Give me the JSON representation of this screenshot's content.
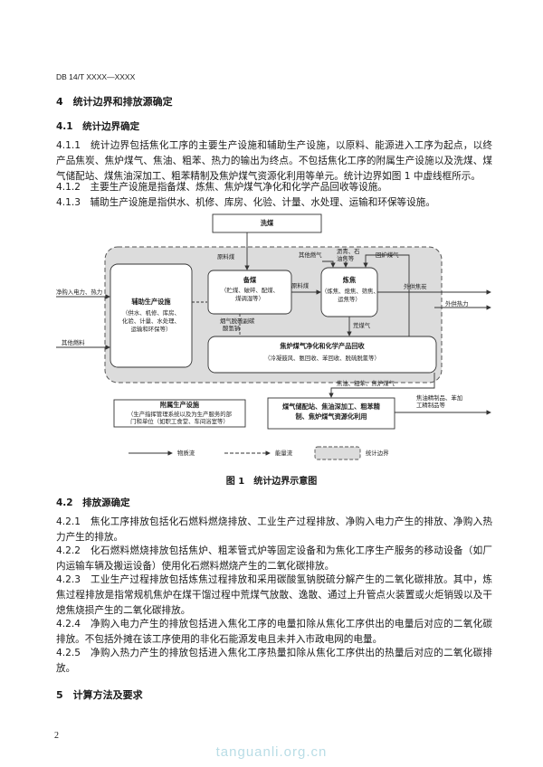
{
  "header": {
    "doc_id": "DB 14/T XXXX—XXXX"
  },
  "s4": {
    "title": "4　统计边界和排放源确定",
    "s41_title": "4.1　统计边界确定",
    "p411": "4.1.1　统计边界包括焦化工序的主要生产设施和辅助生产设施，以原料、能源进入工序为起点，以终产品焦炭、焦炉煤气、焦油、粗苯、热力的输出为终点。不包括焦化工序的附属生产设施以及洗煤、煤气储配站、煤焦油深加工、粗苯精制及焦炉煤气资源化利用等单元。统计边界如图 1 中虚线框所示。",
    "p412": "4.1.2　主要生产设施是指备煤、炼焦、焦炉煤气净化和化学产品回收等设施。",
    "p413": "4.1.3　辅助生产设施是指供水、机修、库房、化验、计量、水处理、运输和环保等设施。",
    "s42_title": "4.2　排放源确定",
    "p421": "4.2.1　焦化工序排放包括化石燃料燃烧排放、工业生产过程排放、净购入电力产生的排放、净购入热力产生的排放。",
    "p422": "4.2.2　化石燃料燃烧排放包括焦炉、粗苯管式炉等固定设备和为焦化工序生产服务的移动设备（如厂内运输车辆及搬运设备）使用化石燃料燃烧产生的二氧化碳排放。",
    "p423": "4.2.3　工业生产过程排放包括炼焦过程排放和采用碳酸氢钠脱硫分解产生的二氧化碳排放。其中，炼焦过程排放是指常规机焦炉在煤干馏过程中荒煤气放散、逸散、通过上升管点火装置或火炬销毁以及干熄焦烧损产生的二氧化碳排放。",
    "p424": "4.2.4　净购入电力产生的排放包括进入焦化工序的电量扣除从焦化工序供出的电量后对应的二氧化碳排放。不包括外摊在该工序使用的非化石能源发电且未并入市政电网的电量。",
    "p425": "4.2.5　净购入热力产生的排放包括进入焦化工序热量扣除从焦化工序供出的热量后对应的二氧化碳排放。"
  },
  "s5": {
    "title": "5　计算方法及要求"
  },
  "figure": {
    "caption": "图 1　统计边界示意图",
    "washing": "洗煤",
    "raw_coal": "原料煤",
    "prep_title": "备煤",
    "prep_desc": [
      "（贮煤、破碎、配煤、",
      "煤调湿等）"
    ],
    "coking_title": "炼焦",
    "coking_desc": [
      "（炼焦、熄焦、筛焦、",
      "运焦等）"
    ],
    "aux_title": "辅助生产设施",
    "aux_desc": [
      "（供水、机修、库房、",
      "化验、计量、水处理、",
      "运输和环保等）"
    ],
    "purif_title": "焦炉煤气净化和化学产品回收",
    "purif_desc": "（冷凝鼓风、氨回收、苯回收、脱硫脱氰等）",
    "attached_title": "附属生产设施",
    "attached_desc": [
      "（生产指挥管理系统以及为生产服务的部",
      "门和单位（如职工食堂、车间浴室等）"
    ],
    "downstream": [
      "煤气储配站、焦油深加工、粗苯精",
      "制、焦炉煤气资源化利用"
    ],
    "in_elec": "净购入电力、热力",
    "other_fuel": "其他燃料",
    "other_fuel_top": "其他燃气",
    "asphalt": [
      "沥青、石",
      "油焦等"
    ],
    "return_gas": "回炉煤气",
    "raw_material": "原料煤",
    "out_coke": "外供焦炭",
    "out_heat": "外供热力",
    "raw_gas": "荒煤气",
    "flue_gas": [
      "烟气脱硫副碳",
      "酸氢钠"
    ],
    "products": "焦油、粗苯、焦炉煤气",
    "coal_products": [
      "焦油精制品、苯加",
      "工精制品等"
    ],
    "legend_material": "物质流",
    "legend_energy": "能量流",
    "legend_boundary": "统计边界"
  },
  "page_number": "2",
  "watermark": "tanguanli.org.cn"
}
